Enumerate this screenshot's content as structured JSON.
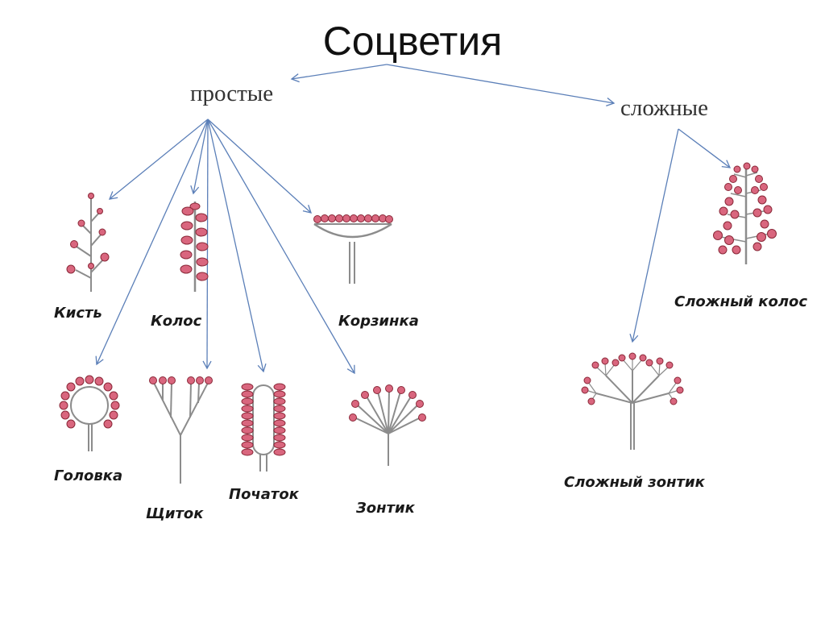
{
  "title": "Соцветия",
  "categories": {
    "simple": "простые",
    "complex": "сложные"
  },
  "labels": {
    "kist": "Кисть",
    "kolos": "Колос",
    "korzinka": "Корзинка",
    "golovka": "Головка",
    "shchitok": "Щиток",
    "pochatok": "Початок",
    "zontik": "Зонтик",
    "slozhny_kolos": "Сложный колос",
    "slozhny_zontik": "Сложный зонтик"
  },
  "colors": {
    "arrow": "#5b7fb8",
    "flower_fill": "#d9667e",
    "flower_stroke": "#8a2838",
    "stem": "#8c8c8c"
  }
}
